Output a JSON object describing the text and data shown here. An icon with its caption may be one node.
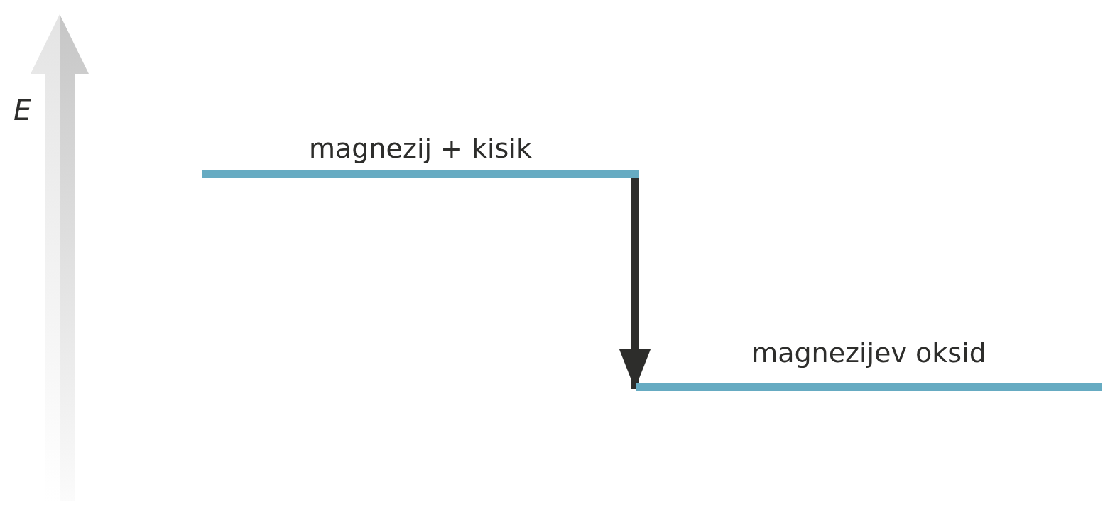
{
  "diagram": {
    "nodes": [
      {
        "text": [
          "magnezij + kisik"
        ]
      },
      {
        "text": [
          "magnezijev oksid"
        ]
      }
    ],
    "edges": [
      {
        "from": 0,
        "to": 1,
        "arrow": "to"
      }
    ],
    "labels": [
      "E"
    ]
  }
}
